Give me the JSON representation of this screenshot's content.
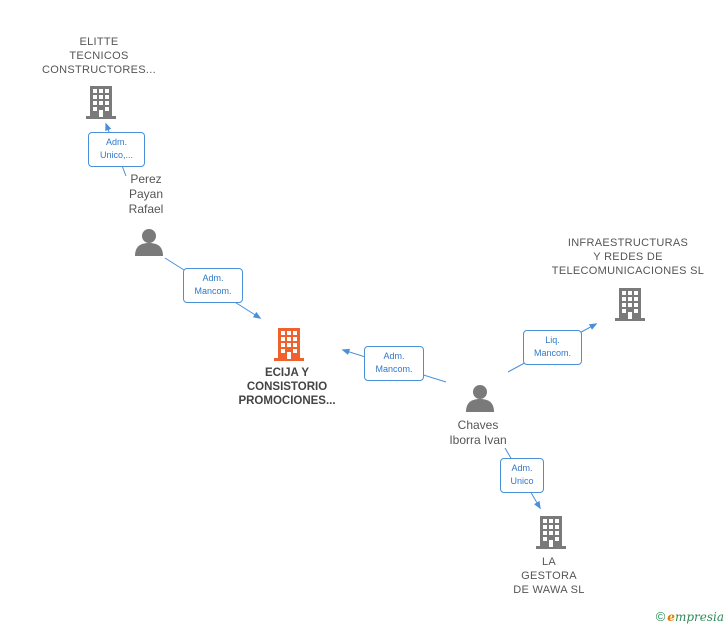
{
  "nodes": {
    "elitte": {
      "lines": [
        "ELITTE",
        "TECNICOS",
        "CONSTRUCTORES..."
      ]
    },
    "perez": {
      "lines": [
        "Perez",
        "Payan",
        "Rafael"
      ]
    },
    "ecija": {
      "lines": [
        "ECIJA Y",
        "CONSISTORIO",
        "PROMOCIONES..."
      ]
    },
    "infra": {
      "lines": [
        "INFRAESTRUCTURAS",
        "Y REDES DE",
        "TELECOMUNICACIONES SL"
      ]
    },
    "chaves": {
      "lines": [
        "Chaves",
        "Iborra Ivan"
      ]
    },
    "gestora": {
      "lines": [
        "LA",
        "GESTORA",
        "DE WAWA  SL"
      ]
    }
  },
  "relations": {
    "elitte_perez": {
      "lines": [
        "Adm.",
        "Unico,..."
      ]
    },
    "perez_ecija": {
      "lines": [
        "Adm.",
        "Mancom."
      ]
    },
    "chaves_ecija": {
      "lines": [
        "Adm.",
        "Mancom."
      ]
    },
    "chaves_infra": {
      "lines": [
        "Liq.",
        "Mancom."
      ]
    },
    "chaves_gestora": {
      "lines": [
        "Adm.",
        "Unico"
      ]
    }
  },
  "colors": {
    "line": "#4a90d9",
    "company_icon": "#7a7a7a",
    "main_company_icon": "#f0622d",
    "person_icon": "#7a7a7a"
  },
  "footer": {
    "copyright": "©",
    "brand_e": "e",
    "brand_rest": "mpresia"
  }
}
